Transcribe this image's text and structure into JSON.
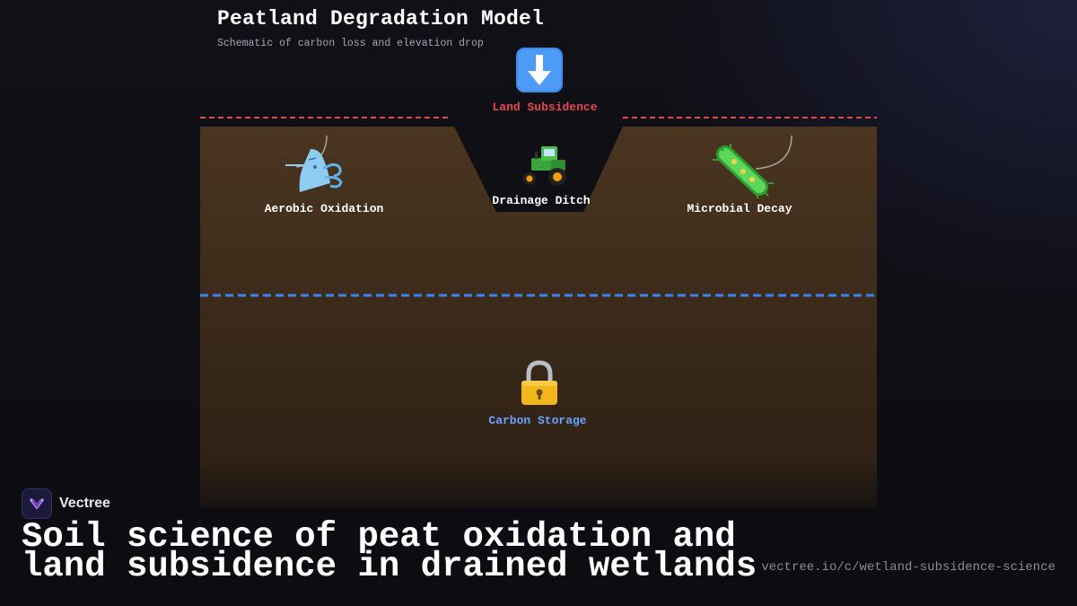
{
  "diagram": {
    "title": "Peatland Degradation Model",
    "subtitle": "Schematic of carbon loss and elevation drop",
    "nodes": {
      "subsidence": {
        "label": "Land Subsidence",
        "icon": "down-arrow-icon",
        "color": "#e5484d"
      },
      "ditch": {
        "label": "Drainage Ditch",
        "icon": "tractor-icon",
        "color": "#ffffff"
      },
      "oxidation": {
        "label": "Aerobic Oxidation",
        "icon": "wind-face-icon",
        "color": "#ffffff"
      },
      "decay": {
        "label": "Microbial Decay",
        "icon": "microbe-icon",
        "color": "#ffffff"
      },
      "storage": {
        "label": "Carbon Storage",
        "icon": "lock-icon",
        "color": "#6aa0ff"
      }
    },
    "colors": {
      "soil_top": "#4a3520",
      "soil_bottom": "#2a1d12",
      "original_surface_line": "#e5484d",
      "water_table_line": "#3b82f6"
    }
  },
  "branding": {
    "name": "Vectree",
    "headline_line1": "Soil science of peat oxidation and",
    "headline_line2": "land subsidence in drained wetlands",
    "url": "vectree.io/c/wetland-subsidence-science"
  }
}
